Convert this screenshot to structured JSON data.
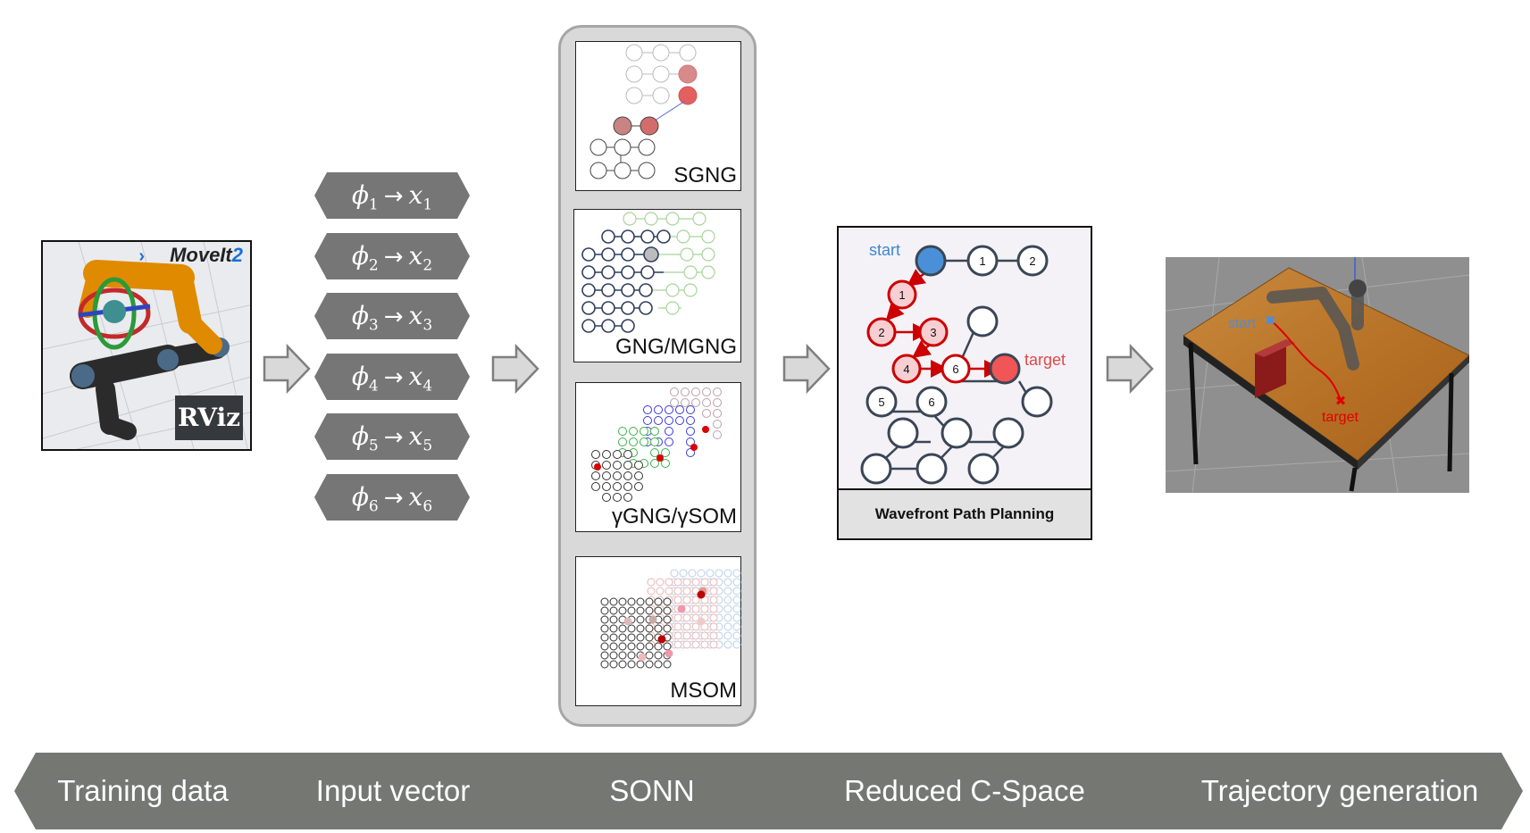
{
  "training": {
    "moveit_prefix": "MoveIt",
    "moveit_suffix": "2",
    "rviz": "RViz"
  },
  "inputs": [
    {
      "phi": "ϕ",
      "x": "x",
      "index": "1"
    },
    {
      "phi": "ϕ",
      "x": "x",
      "index": "2"
    },
    {
      "phi": "ϕ",
      "x": "x",
      "index": "3"
    },
    {
      "phi": "ϕ",
      "x": "x",
      "index": "4"
    },
    {
      "phi": "ϕ",
      "x": "x",
      "index": "5"
    },
    {
      "phi": "ϕ",
      "x": "x",
      "index": "6"
    }
  ],
  "arrow_glyph": "→",
  "sonn_models": [
    "SGNG",
    "GNG/MGNG",
    "γGNG/γSOM",
    "MSOM"
  ],
  "cspace": {
    "start": "start",
    "target": "target",
    "caption": "Wavefront Path Planning",
    "node_labels": [
      "1",
      "2",
      "1",
      "2",
      "3",
      "4",
      "6",
      "5",
      "6"
    ]
  },
  "trajectory": {
    "start": "start",
    "target": "target"
  },
  "stages": [
    "Training data",
    "Input vector",
    "SONN",
    "Reduced C-Space",
    "Trajectory generation"
  ],
  "colors": {
    "chip": "#767676",
    "banner": "#757773",
    "arrow_fill": "#d9d9d9",
    "arrow_stroke": "#7f7f7f",
    "start_blue": "#3d86d2",
    "target_red": "#e04848",
    "path_red": "#cc0000"
  }
}
